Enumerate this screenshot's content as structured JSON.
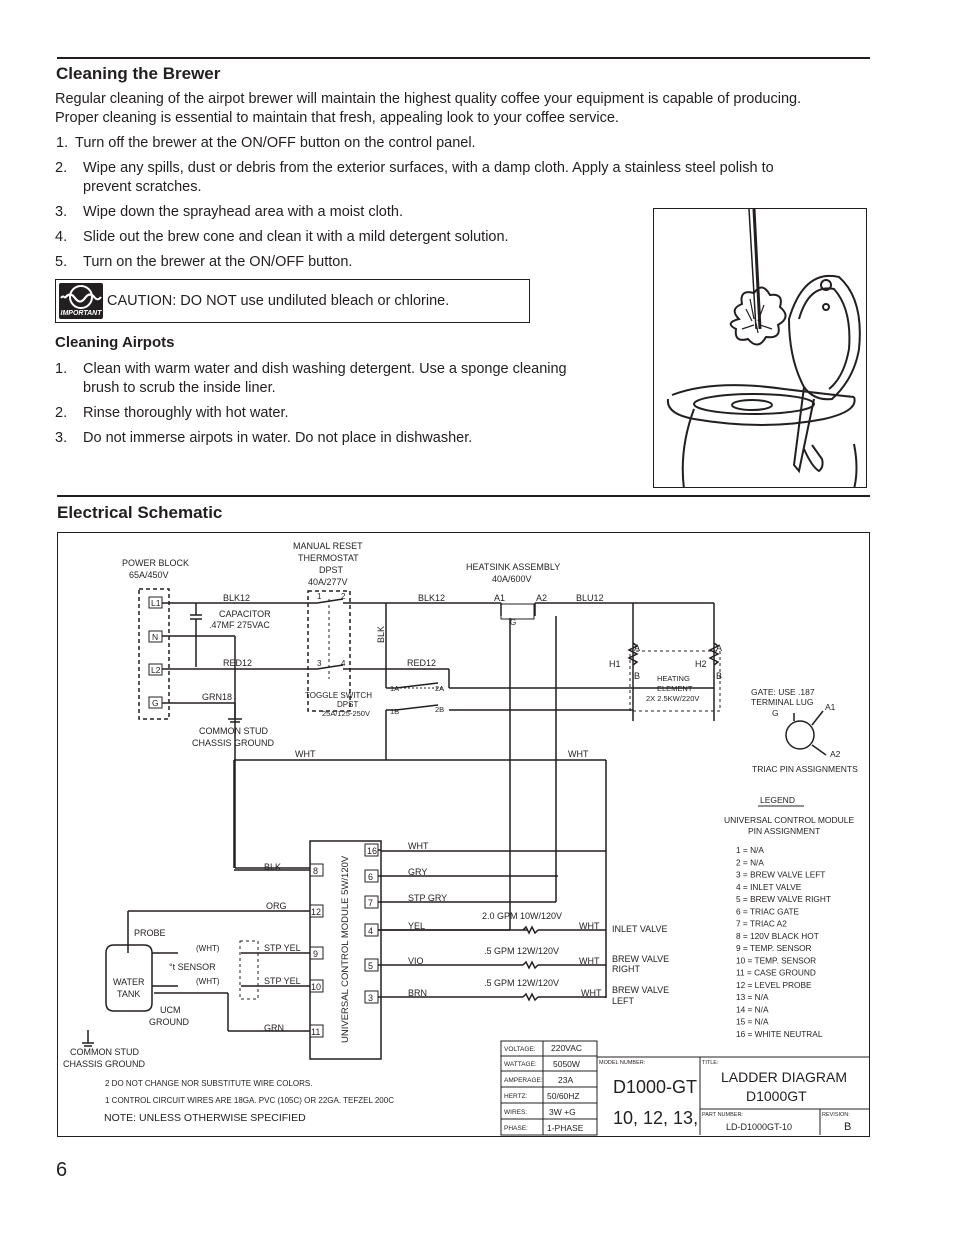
{
  "cleaning": {
    "title": "Cleaning the Brewer",
    "intro_line1": "Regular cleaning of the airpot brewer will maintain the highest quality coffee your equipment is capable of producing.",
    "intro_line2": "Proper cleaning is essential to maintain that fresh, appealing look to your coffee service.",
    "steps": [
      {
        "num": "1.",
        "line1": "Turn off the brewer at the ON/OFF button on the control panel.",
        "line2": ""
      },
      {
        "num": "2.",
        "line1": "Wipe any spills, dust or debris from the exterior surfaces, with a damp cloth. Apply a stainless steel polish to",
        "line2": "prevent scratches."
      },
      {
        "num": "3.",
        "line1": "Wipe down the sprayhead area with a moist cloth.",
        "line2": ""
      },
      {
        "num": "4.",
        "line1": "Slide out the brew cone and clean it with a mild detergent solution.",
        "line2": ""
      },
      {
        "num": "5.",
        "line1": "Turn on the brewer at the ON/OFF button.",
        "line2": ""
      }
    ],
    "caution_badge": "IMPORTANT",
    "caution_text": "CAUTION: DO NOT use undiluted bleach or chlorine."
  },
  "airpots": {
    "title": "Cleaning Airpots",
    "steps": [
      {
        "num": "1.",
        "line1": "Clean with warm water and dish washing detergent. Use a sponge cleaning",
        "line2": "brush to scrub the inside liner."
      },
      {
        "num": "2.",
        "line1": "Rinse thoroughly with hot water.",
        "line2": ""
      },
      {
        "num": "3.",
        "line1": "Do not immerse airpots in water. Do not place in dishwasher.",
        "line2": ""
      }
    ]
  },
  "schematic": {
    "title": "Electrical Schematic",
    "power_block": {
      "title1": "POWER BLOCK",
      "title2": "65A/450V",
      "terminals": [
        "L1",
        "N",
        "L2",
        "G"
      ]
    },
    "thermostat": {
      "l1": "MANUAL RESET",
      "l2": "THERMOSTAT",
      "l3": "DPST",
      "l4": "40A/277V",
      "t1": "1",
      "t2": "2",
      "t3": "3",
      "t4": "4"
    },
    "capacitor": {
      "l1": "CAPACITOR",
      "l2": ".47MF 275VAC"
    },
    "heatsink": {
      "l1": "HEATSINK ASSEMBLY",
      "l2": "40A/600V",
      "a1": "A1",
      "a2": "A2",
      "g": "G"
    },
    "toggle": {
      "l1": "TOGGLE SWITCH",
      "l2": "DPST",
      "l3": "25A/125-250V",
      "p1a": "1A",
      "p1b": "1B",
      "p2a": "2A",
      "p2b": "2B"
    },
    "wires": {
      "blk12a": "BLK12",
      "blk12b": "BLK12",
      "blu12": "BLU12",
      "red12a": "RED12",
      "red12b": "RED12",
      "grn18": "GRN18",
      "blk": "BLK",
      "wht1": "WHT",
      "wht2": "WHT"
    },
    "ground1": {
      "l1": "COMMON STUD",
      "l2": "CHASSIS GROUND"
    },
    "heaters": {
      "h1": "H1",
      "h2": "H2",
      "a": "A",
      "b": "B",
      "l1": "HEATING",
      "l2": "ELEMENT",
      "l3": "2X 2.5KW/220V"
    },
    "triac": {
      "l1": "GATE: USE .187",
      "l2": "TERMINAL LUG",
      "g": "G",
      "a1": "A1",
      "a2": "A2",
      "caption": "TRIAC PIN ASSIGNMENTS"
    },
    "legend": {
      "title": "LEGEND",
      "sub1": "UNIVERSAL CONTROL MODULE",
      "sub2": "PIN ASSIGNMENT",
      "items": [
        "1 = N/A",
        "2 = N/A",
        "3 = BREW VALVE LEFT",
        "4 = INLET VALVE",
        "5 = BREW VALVE RIGHT",
        "6 = TRIAC GATE",
        "7 = TRIAC A2",
        "8 = 120V BLACK HOT",
        "9 = TEMP. SENSOR",
        "10 = TEMP. SENSOR",
        "11 = CASE GROUND",
        "12 = LEVEL PROBE",
        "13 = N/A",
        "14 = N/A",
        "15 = N/A",
        "16 = WHITE NEUTRAL"
      ]
    },
    "ucm": {
      "label": "UNIVERSAL CONTROL MODULE 5W/120V",
      "pins": [
        "16",
        "6",
        "7",
        "4",
        "5",
        "3",
        "8",
        "12",
        "9",
        "10",
        "11"
      ],
      "right_wires": [
        "WHT",
        "GRY",
        "STP GRY",
        "YEL",
        "VIO",
        "BRN"
      ],
      "left_wires": [
        "BLK",
        "ORG",
        "STP YEL",
        "STP YEL",
        "GRN"
      ]
    },
    "valves": [
      {
        "rating": "2.0 GPM 10W/120V",
        "wire": "WHT",
        "l1": "INLET VALVE",
        "l2": ""
      },
      {
        "rating": ".5 GPM 12W/120V",
        "wire": "WHT",
        "l1": "BREW VALVE",
        "l2": "RIGHT"
      },
      {
        "rating": ".5 GPM 12W/120V",
        "wire": "WHT",
        "l1": "BREW VALVE",
        "l2": "LEFT"
      }
    ],
    "tank": {
      "probe": "PROBE",
      "l1": "WATER",
      "l2": "TANK",
      "sensor": "°t SENSOR",
      "wht1": "(WHT)",
      "wht2": "(WHT)",
      "ucm_ground1": "UCM",
      "ucm_ground2": "GROUND"
    },
    "ground2": {
      "l1": "COMMON STUD",
      "l2": "CHASSIS GROUND"
    },
    "notes": {
      "n2": "2    DO  NOT  CHANGE  NOR  SUBSTITUTE  WIRE  COLORS.",
      "n1": "1    CONTROL  CIRCUIT  WIRES  ARE  18GA.  PVC  (105C)  OR  22GA.  TEFZEL  200C",
      "note": "NOTE:     UNLESS  OTHERWISE  SPECIFIED"
    },
    "specs": [
      {
        "label": "VOLTAGE:",
        "value": "220VAC"
      },
      {
        "label": "WATTAGE:",
        "value": "5050W"
      },
      {
        "label": "AMPERAGE:",
        "value": "23A"
      },
      {
        "label": "HERTZ:",
        "value": "50/60HZ"
      },
      {
        "label": "WIRES:",
        "value": "3W +G"
      },
      {
        "label": "PHASE:",
        "value": "1-PHASE"
      }
    ],
    "title_block": {
      "model_label": "MODEL NUMBER:",
      "model1": "D1000-GT",
      "model2": "10, 12, 13,",
      "title_label": "TITLE:",
      "title1": "LADDER DIAGRAM",
      "title2": "D1000GT",
      "part_label": "PART NUMBER:",
      "part": "LD-D1000GT-10",
      "rev_label": "REVISION:",
      "rev": "B"
    }
  },
  "page_number": "6"
}
